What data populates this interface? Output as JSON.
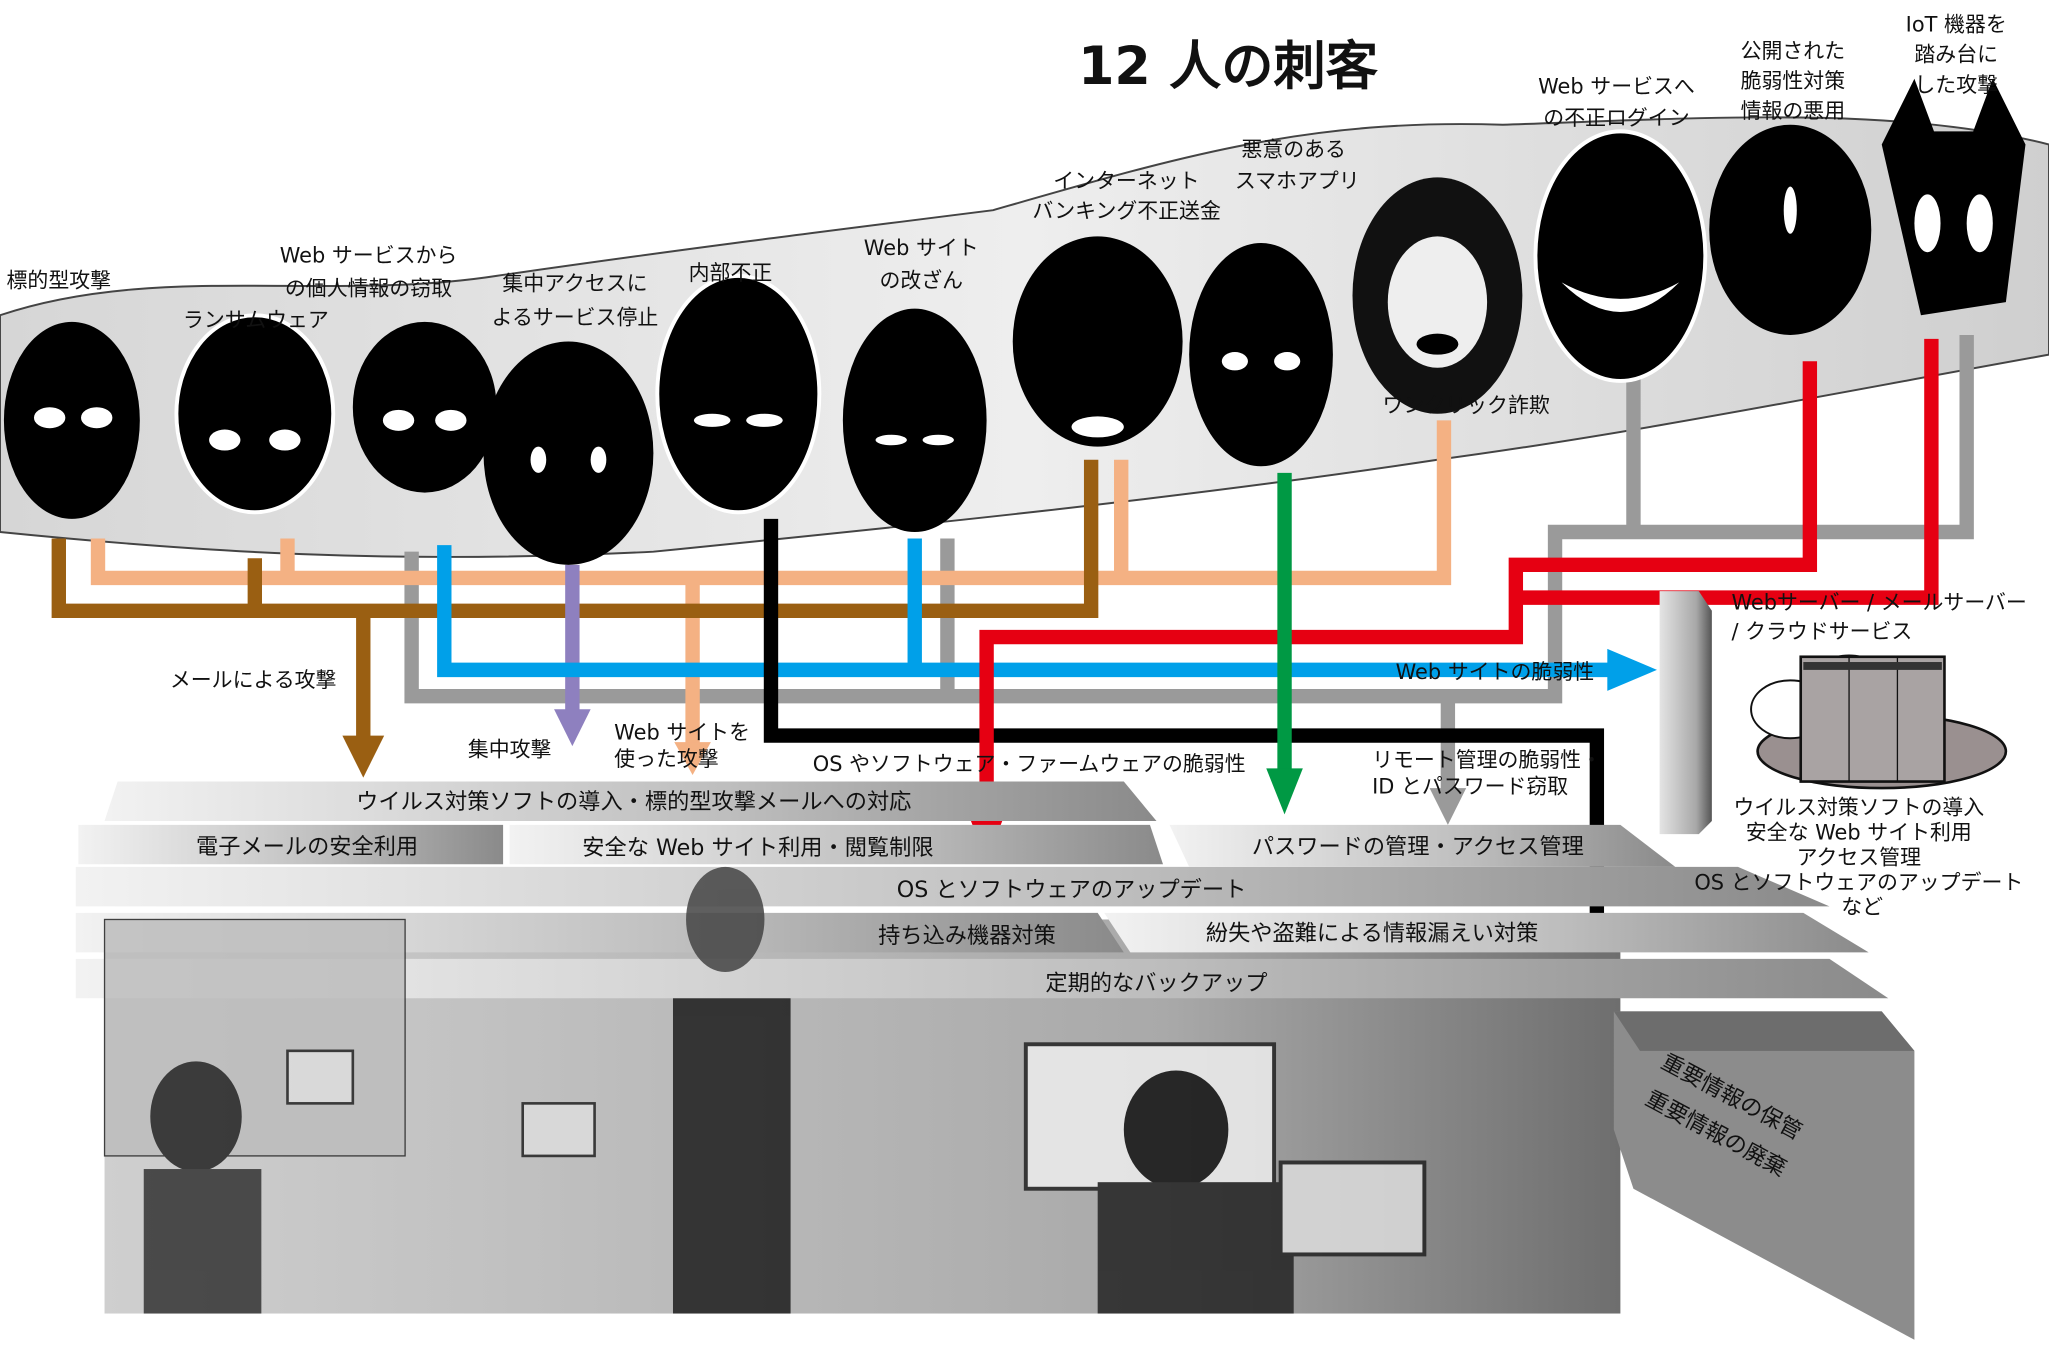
{
  "title": "12 人の刺客",
  "threats": [
    {
      "lines": [
        "標的型攻撃"
      ]
    },
    {
      "lines": [
        "ランサムウェア"
      ]
    },
    {
      "lines": [
        "Web サービスから",
        "の個人情報の窃取"
      ]
    },
    {
      "lines": [
        "集中アクセスに",
        "よるサービス停止"
      ]
    },
    {
      "lines": [
        "内部不正"
      ]
    },
    {
      "lines": [
        "Web サイト",
        "の改ざん"
      ]
    },
    {
      "lines": [
        "インターネット",
        "バンキング不正送金"
      ]
    },
    {
      "lines": [
        "悪意のある",
        "スマホアプリ"
      ]
    },
    {
      "lines": [
        "ワンクリック詐欺"
      ]
    },
    {
      "lines": [
        "Web サービスへ",
        "の不正ログイン"
      ]
    },
    {
      "lines": [
        "公開された",
        "脆弱性対策",
        "情報の悪用"
      ]
    },
    {
      "lines": [
        "IoT 機器を",
        "踏み台に",
        "した攻撃"
      ]
    }
  ],
  "attack_paths": {
    "mail": "メールによる攻撃",
    "concentrated": "集中攻撃",
    "website_attack": [
      "Web サイトを",
      "使った攻撃"
    ],
    "os_vuln": "OS やソフトウェア・ファームウェアの脆弱性",
    "web_vuln": "Web サイトの脆弱性",
    "remote": [
      "リモート管理の脆弱性・",
      "ID とパスワード窃取"
    ]
  },
  "path_colors": {
    "brown": "#9a5f12",
    "peach": "#f4b183",
    "purple": "#8e80bf",
    "blue": "#00a0e9",
    "gray": "#9a9a9a",
    "black": "#000000",
    "red": "#e60012",
    "green": "#009944"
  },
  "defense_layers": {
    "antivirus": "ウイルス対策ソフトの導入・標的型攻撃メールへの対応",
    "email": "電子メールの安全利用",
    "web": "安全な Web サイト利用・閲覧制限",
    "password": "パスワードの管理・アクセス管理",
    "update": "OS とソフトウェアのアップデート",
    "devices": "持ち込み機器対策",
    "loss": "紛失や盗難による情報漏えい対策",
    "backup": "定期的なバックアップ",
    "storage": "重要情報の保管",
    "disposal": "重要情報の廃棄"
  },
  "server": {
    "label": [
      "Webサーバー / メールサーバー",
      "/ クラウドサービス"
    ],
    "measures": [
      "ウイルス対策ソフトの導入",
      "安全な Web サイト利用",
      "アクセス管理",
      "OS とソフトウェアのアップデート",
      "など"
    ]
  }
}
